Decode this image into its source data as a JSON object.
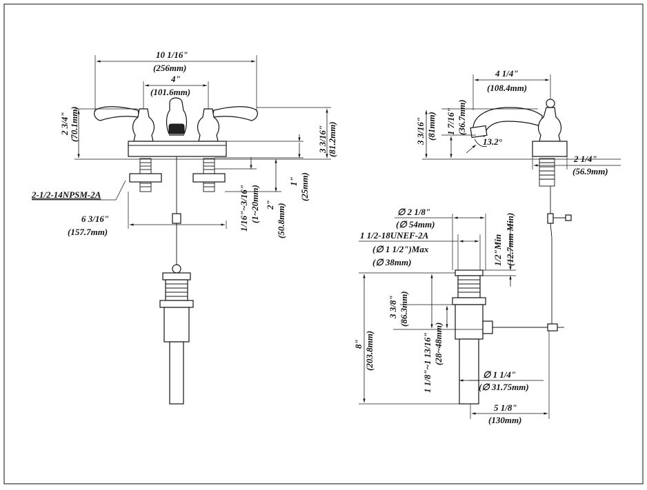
{
  "front_view": {
    "overall_width_in": "10 1/16\"",
    "overall_width_mm": "(256mm)",
    "center_spread_in": "4\"",
    "center_spread_mm": "(101.6mm)",
    "spout_height_in": "2 3/4\"",
    "spout_height_mm": "(70.1mm)",
    "total_height_in": "3 3/16\"",
    "total_height_mm": "(81.2mm)",
    "shank_length_in": "1\"",
    "shank_length_mm": "(25mm)",
    "thread_spec": "2-1/2-14NPSM-2A",
    "deck_thickness_in": "1/16\"~3/16\"",
    "deck_thickness_mm": "(1~20mm)",
    "clearance_in": "2\"",
    "clearance_mm": "(50.8mm)",
    "lift_rod_offset_in": "6 3/16\"",
    "lift_rod_offset_mm": "(157.7mm)"
  },
  "side_view": {
    "spout_reach_in": "4 1/4\"",
    "spout_reach_mm": "(108.4mm)",
    "spout_outlet_in": "1 7/16\"",
    "spout_outlet_mm": "(36.7mm)",
    "side_height_in": "3 3/16\"",
    "side_height_mm": "(81mm)",
    "spout_angle": "13.2°",
    "base_width_in": "2 1/4\"",
    "base_width_mm": "(56.9mm)"
  },
  "drain_view": {
    "flange_dia_in": "∅ 2 1/8\"",
    "flange_dia_mm": "(∅ 54mm)",
    "drain_thread": "1 1/2-18UNEF-2A",
    "hole_max_in": "(∅ 1 1/2\")Max",
    "hole_max_mm": "(∅ 38mm)",
    "min_height_in": "1/2\"Min",
    "min_height_mm": "(12.7mm Min)",
    "body_height_in": "3 3/8\"",
    "body_height_mm": "(86.3mm)",
    "grip_range_in": "1 1/8\"~1 13/16\"",
    "grip_range_mm": "(28~48mm)",
    "total_length_in": "8\"",
    "total_length_mm": "(203.8mm)",
    "tail_dia_in": "∅ 1 1/4\"",
    "tail_dia_mm": "(∅ 31.75mm)",
    "pivot_offset_in": "5 1/8\"",
    "pivot_offset_mm": "(130mm)"
  }
}
